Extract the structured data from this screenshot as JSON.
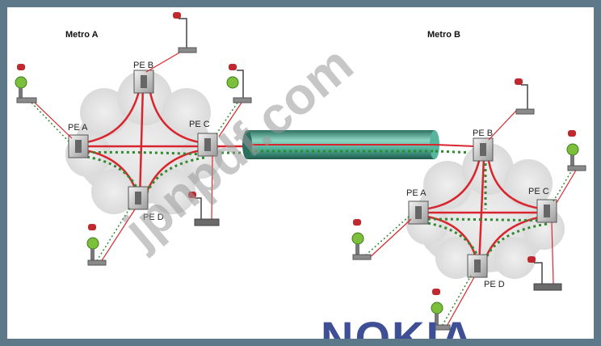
{
  "diagram": {
    "metro_a": {
      "title": "Metro A",
      "pe_labels": [
        "PE A",
        "PE B",
        "PE C",
        "PE D"
      ]
    },
    "metro_b": {
      "title": "Metro B",
      "pe_labels": [
        "PE A",
        "PE B",
        "PE C",
        "PE D"
      ]
    },
    "colors": {
      "red_links": "#d9262e",
      "green_dotted": "#2f8a2f",
      "tunnel": "#3f9e8a",
      "cloud": "#e4e4e4"
    }
  },
  "watermark": {
    "text": "jpnpdf.com"
  },
  "brand": {
    "text": "NOKIA"
  }
}
